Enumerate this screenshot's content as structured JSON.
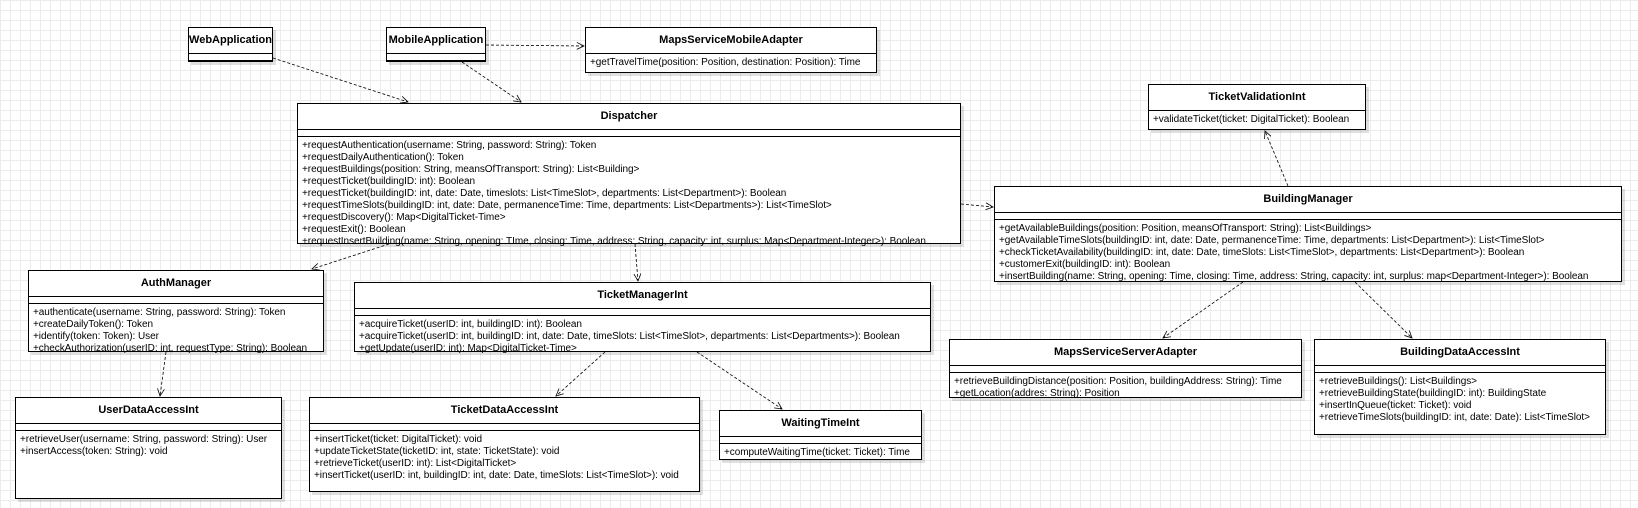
{
  "classes": {
    "web_application": {
      "name": "WebApplication",
      "operations": []
    },
    "mobile_application": {
      "name": "MobileApplication",
      "operations": []
    },
    "maps_service_mobile_adapter": {
      "name": "MapsServiceMobileAdapter",
      "operations": [
        "+getTravelTime(position: Position, destination: Position): Time"
      ]
    },
    "dispatcher": {
      "name": "Dispatcher",
      "operations": [
        "+requestAuthentication(username: String, password: String): Token",
        "+requestDailyAuthentication(): Token",
        "+requestBuildings(position: String, meansOfTransport: String): List<Building>",
        "+requestTicket(buildingID: int): Boolean",
        "+requestTicket(buildingID: int, date: Date, timeslots: List<TimeSlot>, departments: List<Department>): Boolean",
        "+requestTimeSlots(buildingID: int, date: Date, permanenceTime: Time, departments: List<Departments>): List<TimeSlot>",
        "+requestDiscovery(): Map<DigitalTicket-Time>",
        "+requestExit(): Boolean",
        "+requestInsertBuilding(name: String, opening: TIme, closing: Time, address: String, capacity: int, surplus: Map<Department-Integer>): Boolean"
      ]
    },
    "ticket_validation_int": {
      "name": "TicketValidationInt",
      "operations": [
        "+validateTicket(ticket: DigitalTicket): Boolean"
      ]
    },
    "building_manager": {
      "name": "BuildingManager",
      "operations": [
        "+getAvailableBuildings(position: Position, meansOfTransport: String): List<Buildings>",
        "+getAvailableTimeSlots(buildingID: int, date: Date, permanenceTime: Time, departments: List<Department>): List<TimeSlot>",
        "+checkTicketAvailability(buildingID: int, date: Date, timeSlots: List<TimeSlot>, departments: List<Department>): Boolean",
        "+customerExit(buildingID: int): Boolean",
        "+insertBuilding(name: String, opening: Time, closing: Time, address: String, capacity: int, surplus: map<Department-Integer>): Boolean"
      ]
    },
    "auth_manager": {
      "name": "AuthManager",
      "operations": [
        "+authenticate(username: String, password: String): Token",
        "+createDailyToken(): Token",
        "+identify(token: Token): User",
        "+checkAuthorization(userID: int, requestType: String): Boolean"
      ]
    },
    "ticket_manager_int": {
      "name": "TicketManagerInt",
      "operations": [
        "+acquireTicket(userID: int, buildingID: int): Boolean",
        "+acquireTicket(userID: int, buildingID: int, date: Date, timeSlots: List<TimeSlot>, departments: List<Departments>): Boolean",
        "+getUpdate(userID: int): Map<DigitalTicket-Time>"
      ]
    },
    "maps_service_server_adapter": {
      "name": "MapsServiceServerAdapter",
      "operations": [
        "+retrieveBuildingDistance(position: Position, buildingAddress: String): Time",
        "+getLocation(addres: String): Position"
      ]
    },
    "building_data_access_int": {
      "name": "BuildingDataAccessInt",
      "operations": [
        "+retrieveBuildings(): List<Buildings>",
        "+retrieveBuildingState(buildingID: int): BuildingState",
        "+insertInQueue(ticket: Ticket): void",
        "+retrieveTimeSlots(buildingID: int, date: Date): List<TimeSlot>"
      ]
    },
    "user_data_access_int": {
      "name": "UserDataAccessInt",
      "operations": [
        "+retrieveUser(username: String, password: String): User",
        "+insertAccess(token: String): void"
      ]
    },
    "ticket_data_access_int": {
      "name": "TicketDataAccessInt",
      "operations": [
        "+insertTicket(ticket: DigitalTicket): void",
        "+updateTicketState(ticketID: int, state: TicketState): void",
        "+retrieveTicket(userID: int): List<DigitalTicket>",
        "+insertTicket(userID: int, buildingID: int, date: Date, timeSlots: List<TimeSlot>): void"
      ]
    },
    "waiting_time_int": {
      "name": "WaitingTimeInt",
      "operations": [
        "+computeWaitingTime(ticket: Ticket): Time"
      ]
    }
  },
  "dependencies": [
    {
      "from": "web_application",
      "to": "dispatcher"
    },
    {
      "from": "mobile_application",
      "to": "dispatcher"
    },
    {
      "from": "mobile_application",
      "to": "maps_service_mobile_adapter"
    },
    {
      "from": "dispatcher",
      "to": "auth_manager"
    },
    {
      "from": "dispatcher",
      "to": "ticket_manager_int"
    },
    {
      "from": "dispatcher",
      "to": "building_manager"
    },
    {
      "from": "building_manager",
      "to": "ticket_validation_int"
    },
    {
      "from": "building_manager",
      "to": "maps_service_server_adapter"
    },
    {
      "from": "building_manager",
      "to": "building_data_access_int"
    },
    {
      "from": "auth_manager",
      "to": "user_data_access_int"
    },
    {
      "from": "ticket_manager_int",
      "to": "ticket_data_access_int"
    },
    {
      "from": "ticket_manager_int",
      "to": "waiting_time_int"
    }
  ]
}
